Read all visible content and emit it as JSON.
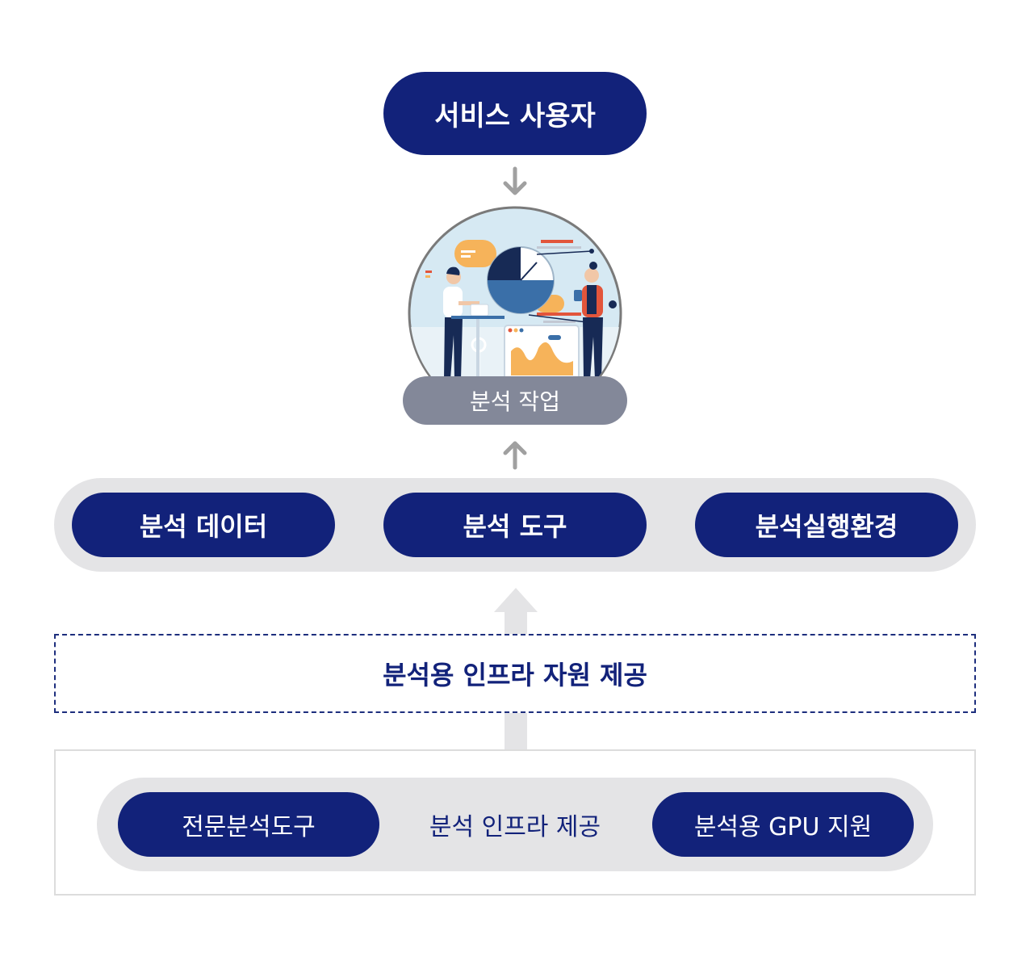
{
  "top": {
    "label": "서비스 사용자"
  },
  "work": {
    "label": "분석 작업"
  },
  "middle": {
    "items": [
      {
        "label": "분석 데이터"
      },
      {
        "label": "분석 도구"
      },
      {
        "label": "분석실행환경"
      }
    ]
  },
  "infra": {
    "label": "분석용 인프라 자원 제공"
  },
  "bottom": {
    "left": "전문분석도구",
    "center": "분석 인프라 제공",
    "right": "분석용 GPU 지원"
  },
  "colors": {
    "navy": "#12227a",
    "gray_band": "#e4e4e6",
    "work_pill": "#838899",
    "arrow": "#a0a0a0"
  }
}
